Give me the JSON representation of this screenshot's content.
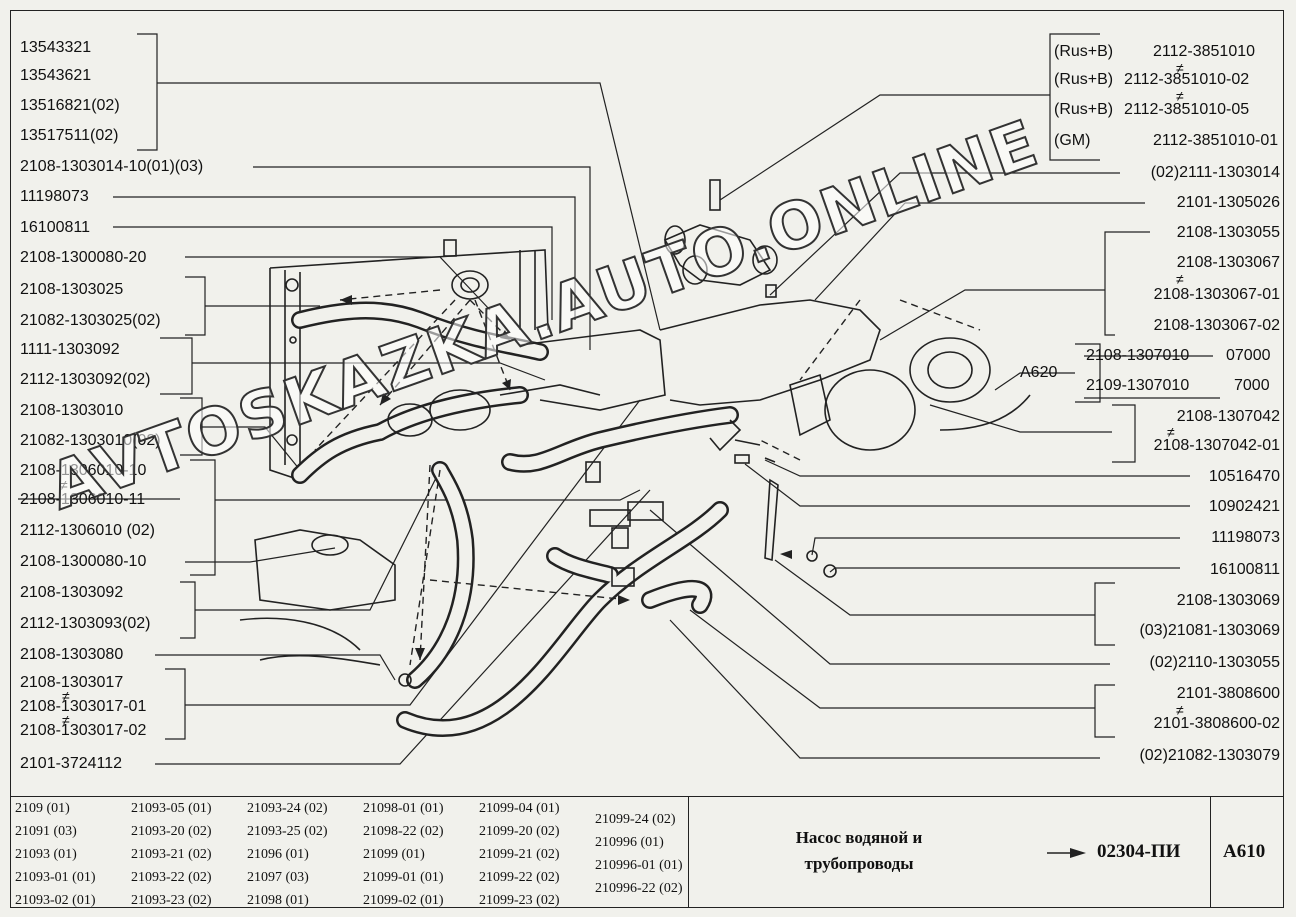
{
  "left_labels": [
    "13543321",
    "13543621",
    "13516821(02)",
    "13517511(02)",
    "2108-1303014-10(01)(03)",
    "11198073",
    "16100811",
    "2108-1300080-20",
    "2108-1303025",
    "21082-1303025(02)",
    "1111-1303092",
    "2112-1303092(02)",
    "2108-1303010",
    "21082-1303010(02)",
    "2108-1306010-10",
    "2108-1306010-11",
    "2112-1306010    (02)",
    "2108-1300080-10",
    "2108-1303092",
    "2112-1303093(02)",
    "2108-1303080",
    "2108-1303017",
    "2108-1303017-01",
    "2108-1303017-02",
    "2101-3724112"
  ],
  "sensor_variants": [
    {
      "tag": "(Rus+B)",
      "code": "2112-3851010"
    },
    {
      "tag": "(Rus+B)",
      "code": "2112-3851010-02"
    },
    {
      "tag": "(Rus+B)",
      "code": "2112-3851010-05"
    },
    {
      "tag": "(GM)",
      "code": "2112-3851010-01"
    }
  ],
  "right_labels": [
    "(02)2111-1303014",
    "2101-1305026",
    "2108-1303055",
    "2108-1303067",
    "2108-1303067-01",
    "2108-1303067-02",
    "2108-1307042",
    "2108-1307042-01",
    "10516470",
    "10902421",
    "11198073",
    "16100811",
    "2108-1303069",
    "(03)21081-1303069",
    "(02)2110-1303055",
    "2101-3808600",
    "2101-3808600-02",
    "(02)21082-1303079"
  ],
  "pump_variants": [
    {
      "code": "2108-1307010",
      "model": "07000"
    },
    {
      "code": "2109-1307010",
      "model": "7000"
    }
  ],
  "view_label": "A620",
  "not_interchangeable_sign": "≠",
  "watermark": "AVTOSKAZKA.AUTO.ONLINE",
  "models": [
    [
      "2109 (01)",
      "21091 (03)",
      "21093 (01)",
      "21093-01 (01)",
      "21093-02 (01)"
    ],
    [
      "21093-05 (01)",
      "21093-20 (02)",
      "21093-21 (02)",
      "21093-22 (02)",
      "21093-23 (02)"
    ],
    [
      "21093-24 (02)",
      "21093-25 (02)",
      "21096 (01)",
      "21097 (03)",
      "21098 (01)"
    ],
    [
      "21098-01 (01)",
      "21098-22 (02)",
      "21099 (01)",
      "21099-01 (01)",
      "21099-02 (01)"
    ],
    [
      "21099-04 (01)",
      "21099-20 (02)",
      "21099-21 (02)",
      "21099-22 (02)",
      "21099-23 (02)"
    ],
    [
      "21099-24 (02)",
      "210996 (01)",
      "210996-01 (01)",
      "210996-22 (02)"
    ]
  ],
  "title_line1": "Насос водяной и",
  "title_line2": "трубопроводы",
  "doc_number": "02304-ПИ",
  "sheet_code": "А610",
  "colors": {
    "ink": "#1a1a1a",
    "paper": "#f1f1ec",
    "watermark_fill": "#ffffff"
  }
}
